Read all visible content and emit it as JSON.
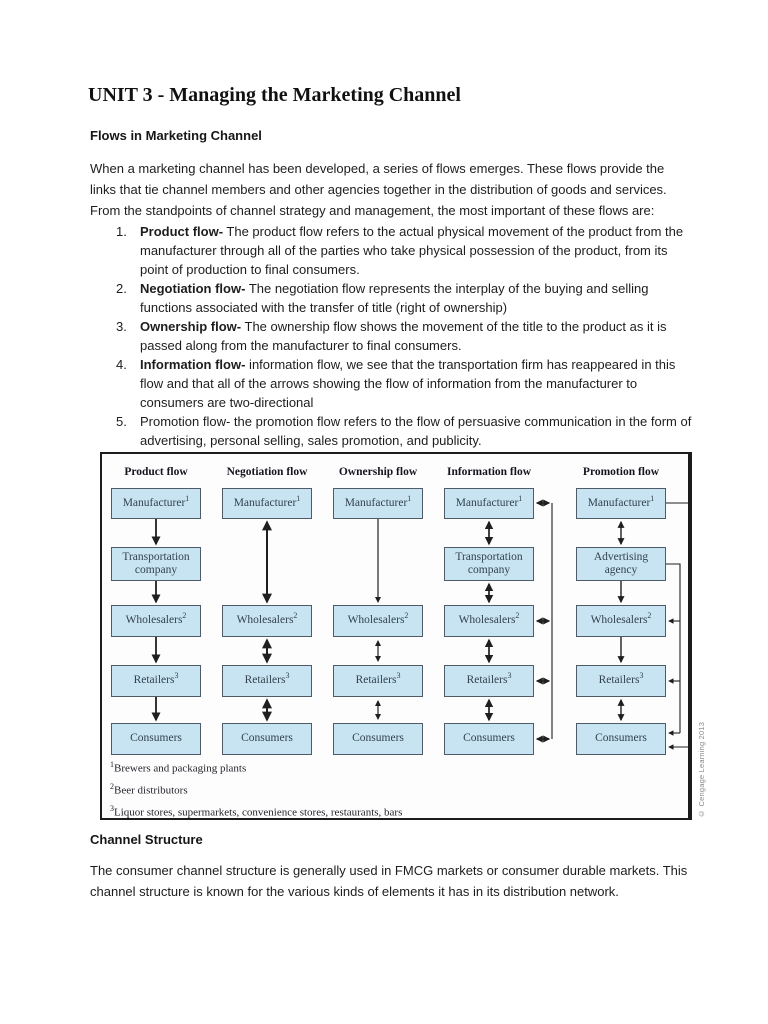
{
  "page": {
    "title": "UNIT 3 - Managing the Marketing Channel",
    "section_flows": {
      "heading": "Flows in Marketing Channel",
      "intro": "When a marketing channel has been developed, a series of flows emerges. These flows provide the links that tie channel members and other agencies together in the distribution of goods and services. From the standpoints of channel strategy and management, the most important of these flows are:",
      "list": [
        {
          "num": "1.",
          "lead": "Product flow-",
          "rest": " The product flow refers to the actual physical movement of the product from the manufacturer through all of the parties who take physical possession of the product, from its point of production to final consumers."
        },
        {
          "num": "2.",
          "lead": "Negotiation flow-",
          "rest": " The negotiation flow represents the interplay of the buying and selling functions associated with the transfer of title (right of ownership)"
        },
        {
          "num": "3.",
          "lead": "Ownership flow-",
          "rest": " The ownership flow shows the movement of the title to the product as it is passed along from the manufacturer to final consumers."
        },
        {
          "num": "4.",
          "lead": "Information flow-",
          "rest": " information flow, we see that the transportation firm has reappeared in this flow and that all of the arrows showing the flow of information from the manufacturer to consumers are two-directional"
        },
        {
          "num": "5.",
          "lead": "Promotion flow-",
          "rest": " the promotion flow refers to the flow of persuasive communication in the form of advertising, personal selling, sales promotion, and publicity."
        }
      ]
    },
    "section_structure": {
      "heading": "Channel Structure",
      "body": "The consumer channel structure is generally used in FMCG markets or consumer durable markets. This channel structure is known for the various kinds of elements it has in its distribution network."
    }
  },
  "diagram": {
    "columns": [
      {
        "header": "Product flow",
        "boxes": [
          {
            "label": "Manufacturer",
            "sup": "1"
          },
          {
            "label": "Transportation company"
          },
          {
            "label": "Wholesalers",
            "sup": "2"
          },
          {
            "label": "Retailers",
            "sup": "3"
          },
          {
            "label": "Consumers"
          }
        ]
      },
      {
        "header": "Negotiation flow",
        "boxes": [
          {
            "label": "Manufacturer",
            "sup": "1"
          },
          {
            "label": "Wholesalers",
            "sup": "2"
          },
          {
            "label": "Retailers",
            "sup": "3"
          },
          {
            "label": "Consumers"
          }
        ]
      },
      {
        "header": "Ownership flow",
        "boxes": [
          {
            "label": "Manufacturer",
            "sup": "1"
          },
          {
            "label": "Wholesalers",
            "sup": "2"
          },
          {
            "label": "Retailers",
            "sup": "3"
          },
          {
            "label": "Consumers"
          }
        ]
      },
      {
        "header": "Information flow",
        "boxes": [
          {
            "label": "Manufacturer",
            "sup": "1"
          },
          {
            "label": "Transportation company"
          },
          {
            "label": "Wholesalers",
            "sup": "2"
          },
          {
            "label": "Retailers",
            "sup": "3"
          },
          {
            "label": "Consumers"
          }
        ]
      },
      {
        "header": "Promotion flow",
        "boxes": [
          {
            "label": "Manufacturer",
            "sup": "1"
          },
          {
            "label": "Advertising agency"
          },
          {
            "label": "Wholesalers",
            "sup": "2"
          },
          {
            "label": "Retailers",
            "sup": "3"
          },
          {
            "label": "Consumers"
          }
        ]
      }
    ],
    "footnotes": [
      {
        "sup": "1",
        "text": "Brewers and packaging plants"
      },
      {
        "sup": "2",
        "text": "Beer distributors"
      },
      {
        "sup": "3",
        "text": "Liquor stores, supermarkets, convenience stores, restaurants, bars"
      }
    ],
    "credit": "© Cengage Learning 2013",
    "colors": {
      "box_fill": "#c8e4f3",
      "box_border": "#4f5b66",
      "arrow": "#1f1f1f"
    }
  }
}
